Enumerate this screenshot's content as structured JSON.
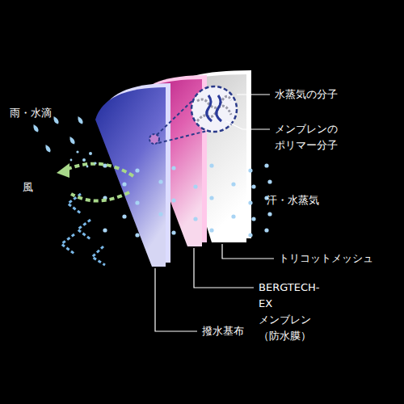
{
  "diagram": {
    "labels": [
      "雨・水滴",
      "風",
      "水蒸気の分子",
      "メンブレンの ポリマー分子",
      "汗・水蒸気",
      "トリコットメッシュ",
      "BERGTECH-EX メンブレン（防水膜）",
      "撥水基布"
    ]
  }
}
